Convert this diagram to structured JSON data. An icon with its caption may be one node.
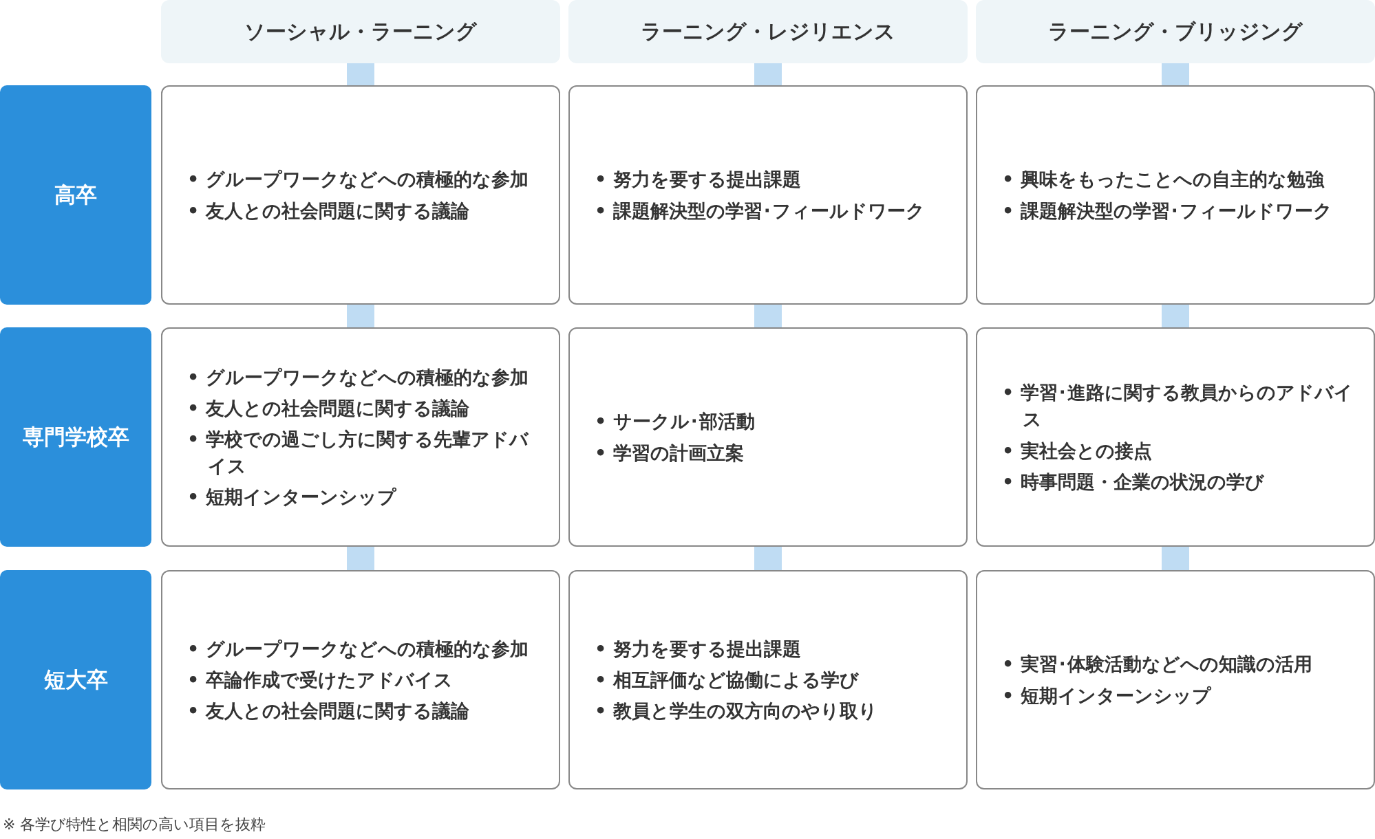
{
  "diagram": {
    "nodes": [
      {
        "text": [
          "ソーシャル・ラーニング"
        ]
      },
      {
        "text": [
          "ラーニング・レジリエンス"
        ]
      },
      {
        "text": [
          "ラーニング・ブリッジング"
        ]
      },
      {
        "text": [
          "高卒"
        ]
      },
      {
        "text": [
          "• グループワークなどへの積極的な参加",
          "• 友人との社会問題に関する議論"
        ]
      },
      {
        "text": [
          "• 努力を要する提出課題",
          "• 課題解決型の学習･フィールドワーク"
        ]
      },
      {
        "text": [
          "• 興味をもったことへの自主的な勉強",
          "• 課題解決型の学習･フィールドワーク"
        ]
      },
      {
        "text": [
          "専門学校卒"
        ]
      },
      {
        "text": [
          "• グループワークなどへの積極的な参加",
          "• 友人との社会問題に関する議論",
          "• 学校での過ごし方に関する先輩アドバイス",
          "• 短期インターンシップ"
        ]
      },
      {
        "text": [
          "• サークル･部活動",
          "• 学習の計画立案"
        ]
      },
      {
        "text": [
          "• 学習･進路に関する教員からのアドバイス",
          "• 実社会との接点",
          "• 時事問題・企業の状況の学び"
        ]
      },
      {
        "text": [
          "短大卒"
        ]
      },
      {
        "text": [
          "• グループワークなどへの積極的な参加",
          "• 卒論作成で受けたアドバイス",
          "• 友人との社会問題に関する議論"
        ]
      },
      {
        "text": [
          "• 努力を要する提出課題",
          "• 相互評価など協働による学び",
          "• 教員と学生の双方向のやり取り"
        ]
      },
      {
        "text": [
          "• 実習･体験活動などへの知識の活用",
          "• 短期インターンシップ"
        ]
      }
    ],
    "edges": [
      {
        "from": 0,
        "to": 4,
        "arrow": "none"
      },
      {
        "from": 4,
        "to": 8,
        "arrow": "none"
      },
      {
        "from": 8,
        "to": 12,
        "arrow": "none"
      },
      {
        "from": 1,
        "to": 5,
        "arrow": "none"
      },
      {
        "from": 5,
        "to": 9,
        "arrow": "none"
      },
      {
        "from": 9,
        "to": 13,
        "arrow": "none"
      },
      {
        "from": 2,
        "to": 6,
        "arrow": "none"
      },
      {
        "from": 6,
        "to": 10,
        "arrow": "none"
      },
      {
        "from": 10,
        "to": 14,
        "arrow": "none"
      }
    ],
    "caption": "※ 各学び特性と相関の高い項目を抜粋"
  }
}
